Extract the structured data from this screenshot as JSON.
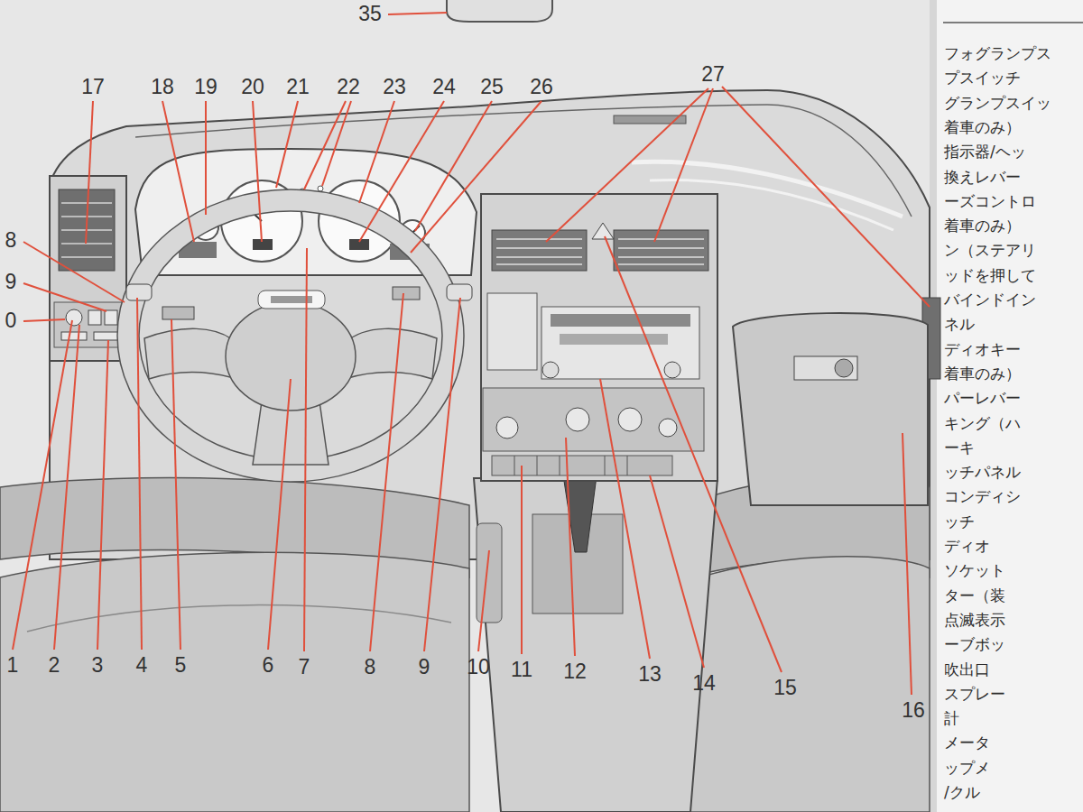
{
  "diagram": {
    "labels": [
      "1",
      "2",
      "3",
      "4",
      "5",
      "6",
      "7",
      "8",
      "9",
      "10",
      "11",
      "12",
      "13",
      "14",
      "15",
      "16",
      "17",
      "18",
      "19",
      "20",
      "21",
      "22",
      "23",
      "24",
      "25",
      "26",
      "27",
      "35",
      "8",
      "9",
      "0",
      "フォグランプス",
      "プスイッチ",
      "グランプスイッ",
      "着車のみ）",
      "指示器/ヘッ",
      "換えレバー",
      "ーズコントロ",
      "着車のみ）",
      "ン（ステアリ",
      "ッドを押して",
      "バインドイン",
      "ネル",
      "ディオキー",
      "着車のみ）",
      "パーレバー",
      "キング（ハ",
      "ーキ",
      "ッチパネル",
      "コンディシ",
      "ッチ",
      "ディオ",
      "ソケット",
      "ター（装",
      "点滅表示",
      "ーブボッ",
      "吹出口",
      "スプレー",
      "計",
      "メータ",
      "ップメ",
      "/クル"
    ]
  }
}
